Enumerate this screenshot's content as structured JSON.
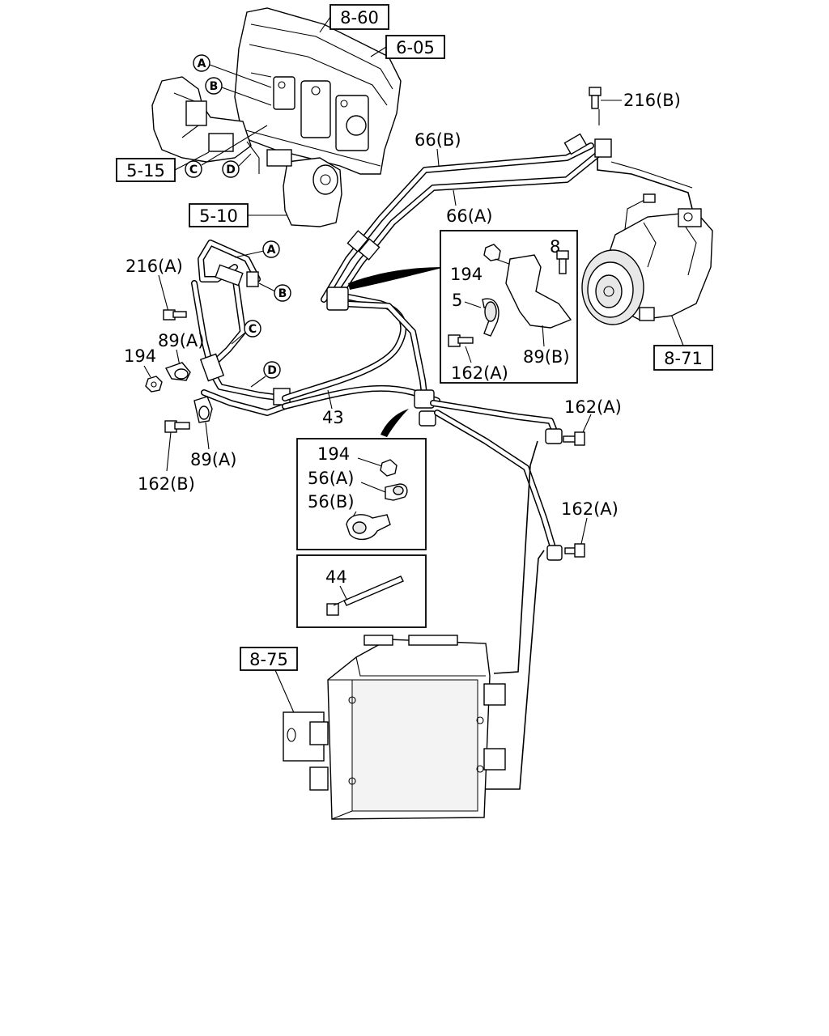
{
  "ref_boxes": {
    "r860": "8-60",
    "r605": "6-05",
    "r515": "5-15",
    "r510": "5-10",
    "r871": "8-71",
    "r875": "8-75"
  },
  "circle_labels": {
    "A": "A",
    "B": "B",
    "C": "C",
    "D": "D"
  },
  "part_labels": {
    "p216b": "216(B)",
    "p66b": "66(B)",
    "p66a": "66(A)",
    "p216a": "216(A)",
    "p89a_top": "89(A)",
    "p194_left": "194",
    "p43": "43",
    "p162b": "162(B)",
    "p89a_bottom": "89(A)",
    "p8": "8",
    "p194_inset": "194",
    "p5": "5",
    "p162a_inset": "162(A)",
    "p89b": "89(B)",
    "p162a_right1": "162(A)",
    "p162a_right2": "162(A)",
    "p194_clamp": "194",
    "p56a": "56(A)",
    "p56b": "56(B)",
    "p44": "44"
  }
}
